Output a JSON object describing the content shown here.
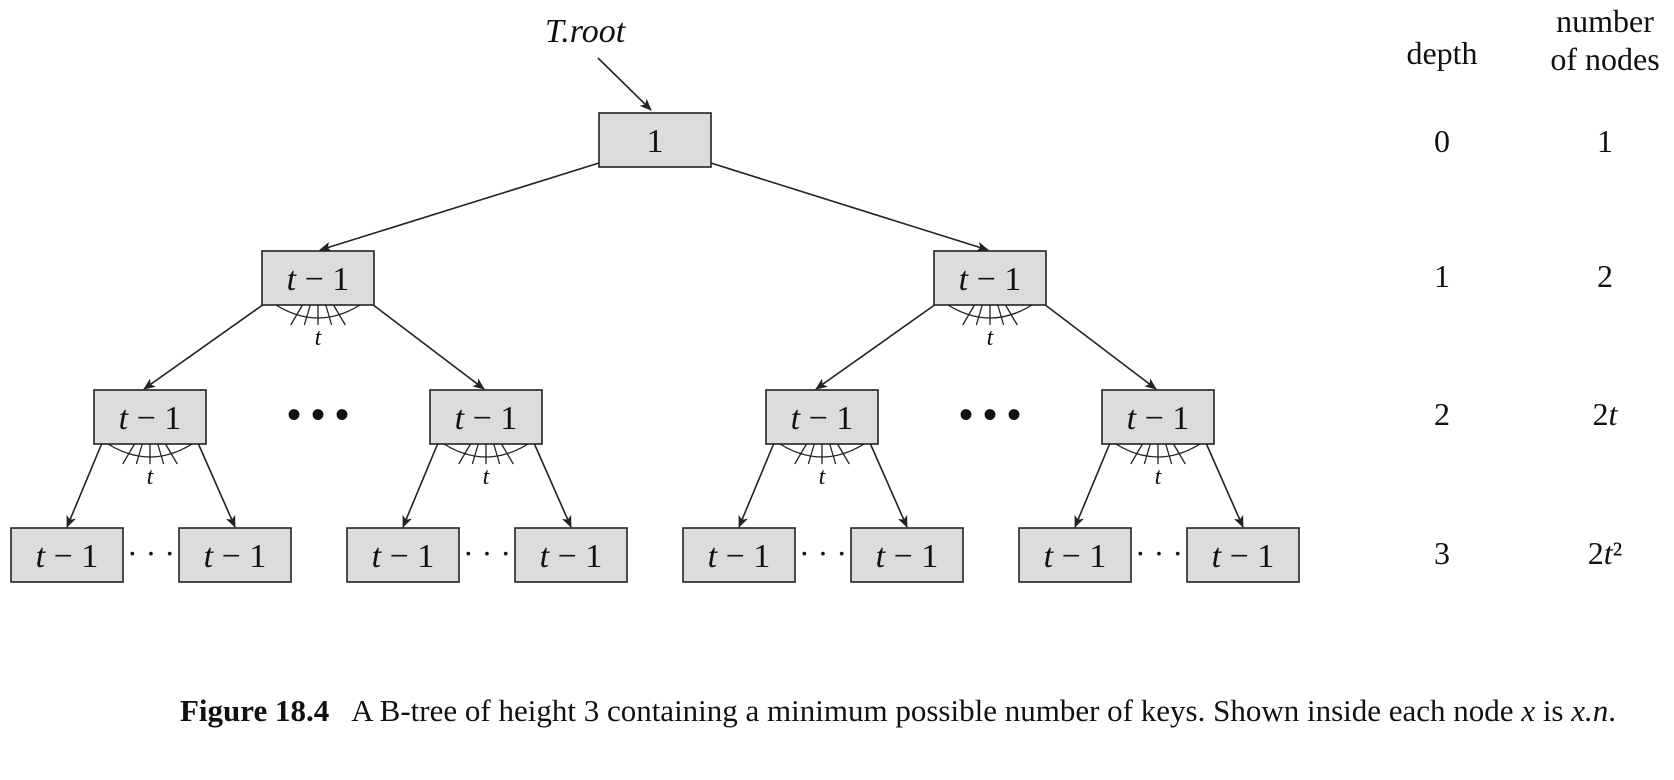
{
  "root_label": "T.root",
  "root_key": "1",
  "node_key": "t − 1",
  "fan_label": "t",
  "ellipsis": "• • •",
  "leaf_ellipsis": "· · ·",
  "columns": {
    "depth_header": "depth",
    "nodes_header_1": "number",
    "nodes_header_2": "of nodes",
    "rows": [
      {
        "depth": "0",
        "nodes": "1"
      },
      {
        "depth": "1",
        "nodes": "2"
      },
      {
        "depth": "2",
        "nodes": "2t"
      },
      {
        "depth": "3",
        "nodes": "2t²"
      }
    ]
  },
  "caption": {
    "label": "Figure 18.4",
    "text_before": "A B-tree of height 3 containing a minimum possible number of keys. Shown inside each node ",
    "var_x": "x",
    "text_mid": " is ",
    "var_xn": "x.n",
    "text_after": "."
  }
}
